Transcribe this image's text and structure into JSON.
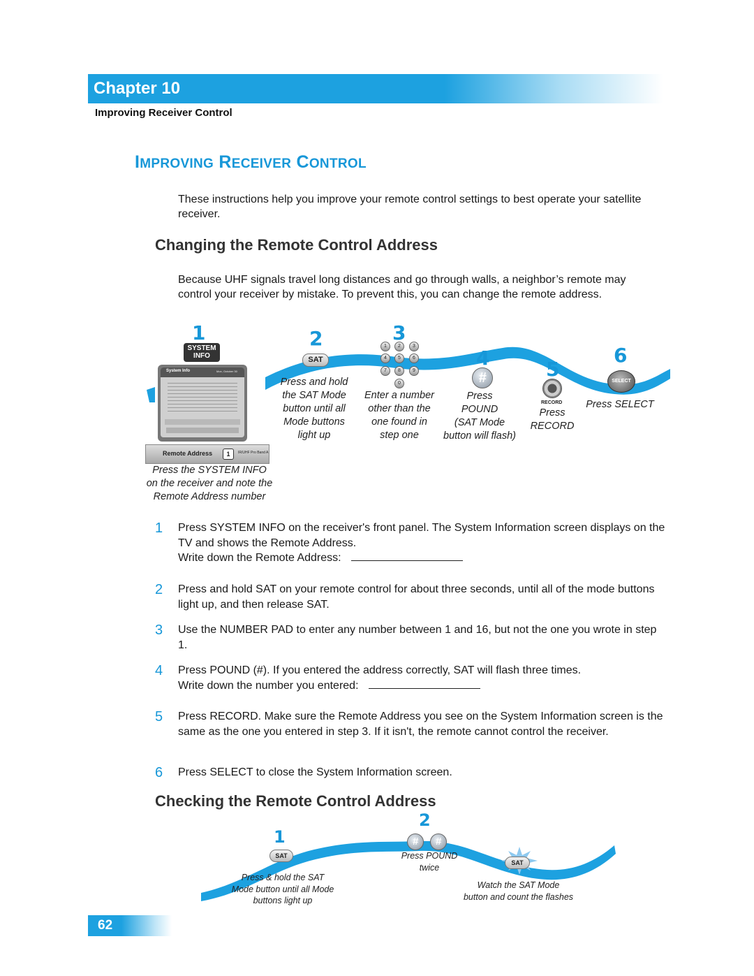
{
  "header": {
    "chapter": "Chapter 10",
    "breadcrumb": "Improving Receiver Control"
  },
  "title": {
    "w1_first": "I",
    "w1_rest": "MPROVING",
    "w2_first": "R",
    "w2_rest": "ECEIVER",
    "w3_first": "C",
    "w3_rest": "ONTROL"
  },
  "intro": "These instructions help you improve your remote control settings to best operate your satellite receiver.",
  "changing": {
    "heading": "Changing the Remote Control Address",
    "para": "Because UHF signals travel long distances and go through walls, a neighbor’s remote may control your receiver by mistake. To prevent this, you can change the remote address."
  },
  "figure1": {
    "step1": "1",
    "step2": "2",
    "step3": "3",
    "step4": "4",
    "step5": "5",
    "step6": "6",
    "sysinfo_btn_l1": "SYSTEM",
    "sysinfo_btn_l2": "INFO",
    "screen_title": "System Info",
    "screen_date": "Mon, October 30",
    "screen_footer_label": "Remote Address",
    "screen_footer_value": "1",
    "screen_footer_right": "IR/UHF Pro Band A",
    "sat_label": "SAT",
    "keys": [
      "1",
      "2",
      "3",
      "4",
      "5",
      "6",
      "7",
      "8",
      "9",
      "0"
    ],
    "pound_label": "#",
    "record_label": "RECORD",
    "select_label": "SELECT",
    "cap1_l1": "Press the SYSTEM INFO",
    "cap1_l2": "on the receiver and note the",
    "cap1_l3": "Remote Address number",
    "cap2_l1": "Press and hold",
    "cap2_l2": "the SAT Mode",
    "cap2_l3": "button until all",
    "cap2_l4": "Mode buttons",
    "cap2_l5": "light up",
    "cap3_l1": "Enter a number",
    "cap3_l2": "other than the",
    "cap3_l3": "one found in",
    "cap3_l4": "step one",
    "cap4_l1": "Press",
    "cap4_l2": "POUND",
    "cap4_l3": "(SAT Mode",
    "cap4_l4": "button will flash)",
    "cap5_l1": "Press",
    "cap5_l2": "RECORD",
    "cap6": "Press SELECT"
  },
  "steps": [
    {
      "n": "1",
      "text": "Press SYSTEM INFO on the receiver's front panel. The System Information screen displays on the TV and shows the Remote Address.",
      "extra": "Write down the Remote Address:"
    },
    {
      "n": "2",
      "text": "Press and hold SAT on your remote control for about three seconds, until all of the mode buttons light up, and then release SAT."
    },
    {
      "n": "3",
      "text": "Use the NUMBER PAD to enter any number between 1 and 16, but not the one you wrote in step 1."
    },
    {
      "n": "4",
      "text": "Press POUND (#). If you entered the address correctly, SAT will flash three times.",
      "extra": "Write down the number you entered:"
    },
    {
      "n": "5",
      "text": "Press RECORD. Make sure the Remote Address you see on the System Information screen is the same as the one you entered in step 3. If it isn't, the remote cannot control the receiver."
    },
    {
      "n": "6",
      "text": "Press SELECT to close the System Information screen."
    }
  ],
  "checking": {
    "heading": "Checking the Remote Control Address"
  },
  "figure2": {
    "step1": "1",
    "step2": "2",
    "sat_label": "SAT",
    "pound_label": "#",
    "cap1_l1": "Press & hold the SAT",
    "cap1_l2": "Mode button until all Mode",
    "cap1_l3": "buttons light up",
    "cap2_l1": "Press POUND",
    "cap2_l2": "twice",
    "cap3_l1": "Watch the SAT Mode",
    "cap3_l2": "button and count the flashes"
  },
  "footer": {
    "page": "62"
  },
  "colors": {
    "accent": "#1da1e0",
    "title_blue": "#1797d8"
  }
}
